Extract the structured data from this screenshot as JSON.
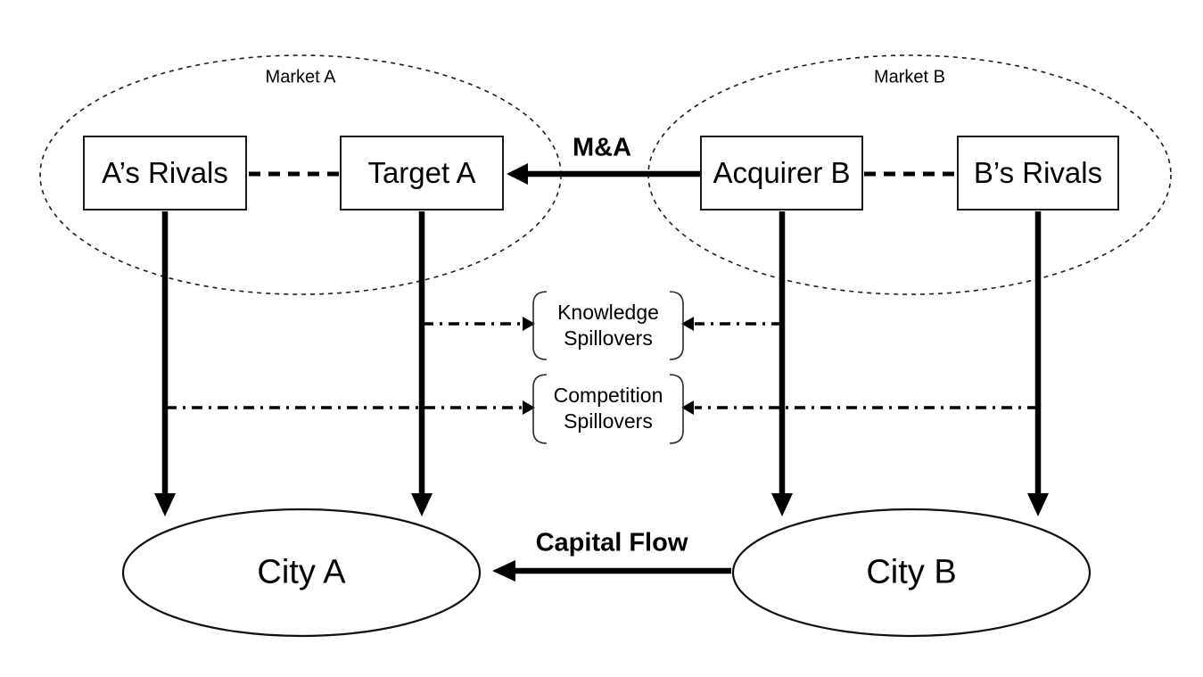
{
  "diagram": {
    "background_color": "#ffffff",
    "ink_color": "#000000",
    "markets": [
      {
        "id": "market-a",
        "label": "Market A"
      },
      {
        "id": "market-b",
        "label": "Market B"
      }
    ],
    "firms": [
      {
        "id": "a-rivals",
        "label": "A’s Rivals"
      },
      {
        "id": "target-a",
        "label": "Target A"
      },
      {
        "id": "acquirer-b",
        "label": "Acquirer B"
      },
      {
        "id": "b-rivals",
        "label": "B’s Rivals"
      }
    ],
    "spillovers": [
      {
        "id": "knowledge-spillovers",
        "line1": "Knowledge",
        "line2": "Spillovers"
      },
      {
        "id": "competition-spillovers",
        "line1": "Competition",
        "line2": "Spillovers"
      }
    ],
    "cities": [
      {
        "id": "city-a",
        "label": "City A"
      },
      {
        "id": "city-b",
        "label": "City B"
      }
    ],
    "flows": [
      {
        "id": "ma-flow",
        "label": "M&A"
      },
      {
        "id": "capital-flow",
        "label": "Capital Flow"
      }
    ]
  }
}
